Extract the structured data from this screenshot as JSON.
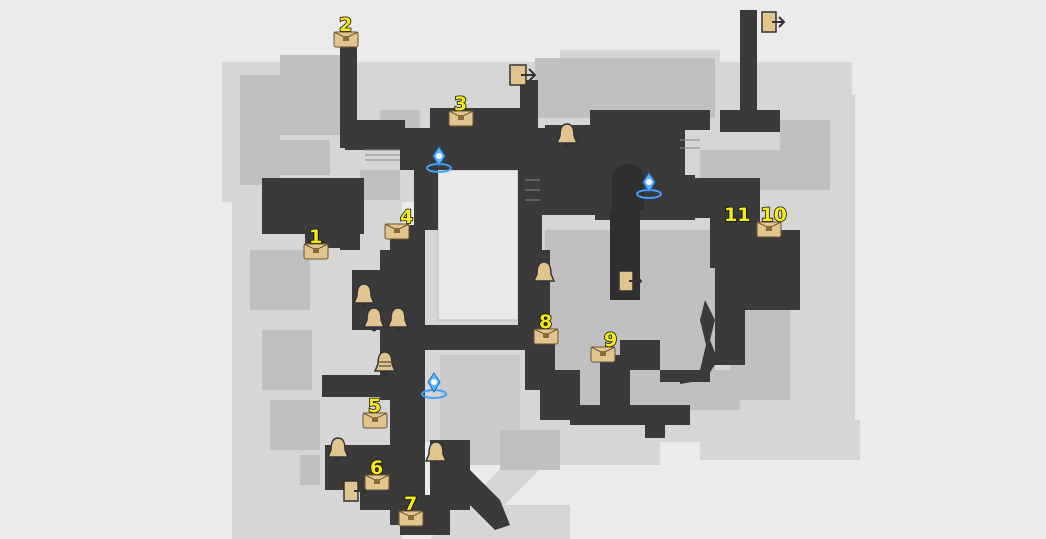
{
  "map": {
    "colors": {
      "background": "#ebebeb",
      "outer_area": "#d3d3d3",
      "building": "#bcbcbc",
      "walkway": "#3a3a3a",
      "chest_icon": "#e2c48f",
      "num_text": "#f5ec1a",
      "teleport": "#3fa0ff"
    },
    "chests": [
      {
        "id": "1",
        "label": "1"
      },
      {
        "id": "2",
        "label": "2"
      },
      {
        "id": "3",
        "label": "3"
      },
      {
        "id": "4",
        "label": "4"
      },
      {
        "id": "5",
        "label": "5"
      },
      {
        "id": "6",
        "label": "6"
      },
      {
        "id": "7",
        "label": "7"
      },
      {
        "id": "8",
        "label": "8"
      },
      {
        "id": "9",
        "label": "9"
      },
      {
        "id": "10",
        "label": "10"
      },
      {
        "id": "11",
        "label": "11"
      }
    ],
    "icons": {
      "chest": "treasure-chest-icon",
      "bell": "bell-icon",
      "exit": "exit-door-icon",
      "teleport": "space-anchor-icon"
    }
  }
}
